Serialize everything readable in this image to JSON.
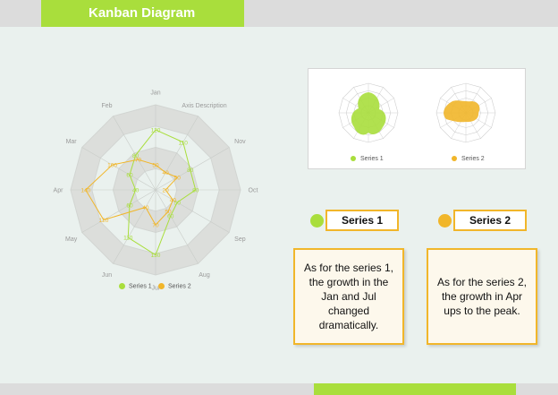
{
  "header": {
    "title": "Kanban Diagram"
  },
  "colors": {
    "accent": "#a9de3c",
    "series1": "#a9de3c",
    "series2": "#f1b62a"
  },
  "chart_data": [
    {
      "type": "radar",
      "axes": [
        "Jan",
        "Axis Description",
        "Nov",
        "Oct",
        "Sep",
        "Aug",
        "Jul",
        "Jun",
        "May",
        "Apr",
        "Mar",
        "Feb"
      ],
      "rmax": 170,
      "grid_levels": 4,
      "series": [
        {
          "name": "Series 1",
          "values": [
            120,
            110,
            80,
            80,
            50,
            60,
            130,
            110,
            60,
            40,
            60,
            80
          ]
        },
        {
          "name": "Series 2",
          "values": [
            50,
            40,
            50,
            20,
            40,
            50,
            70,
            40,
            120,
            140,
            100,
            70
          ]
        }
      ],
      "legend": "bottom"
    }
  ],
  "mini_legend": {
    "series1": "Series 1",
    "series2": "Series 2"
  },
  "cards": [
    {
      "label": "Series 1",
      "text": "As for the series 1, the growth in the Jan and Jul  changed dramatically."
    },
    {
      "label": "Series 2",
      "text": "As for the series 2, the growth in Apr ups to the peak."
    }
  ]
}
